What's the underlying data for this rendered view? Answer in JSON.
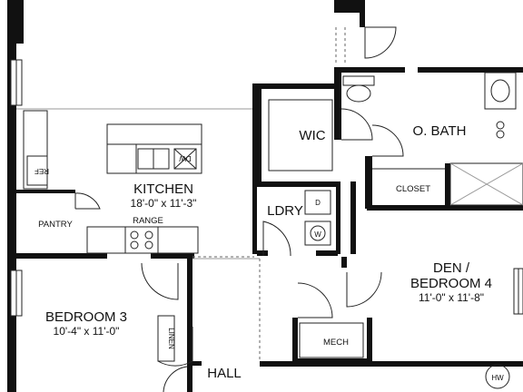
{
  "rooms": {
    "kitchen": {
      "name": "KITCHEN",
      "dims": "18'-0\" x 11'-3\""
    },
    "bedroom3": {
      "name": "BEDROOM 3",
      "dims": "10'-4\" x 11'-0\""
    },
    "den": {
      "name_line1": "DEN /",
      "name_line2": "BEDROOM 4",
      "dims": "11'-0\" x 11'-8\""
    },
    "wic": {
      "name": "WIC"
    },
    "obath": {
      "name": "O. BATH"
    },
    "ldry": {
      "name": "LDRY"
    },
    "hall": {
      "name": "HALL"
    },
    "closet": {
      "name": "CLOSET"
    },
    "pantry": {
      "name": "PANTRY"
    },
    "mech": {
      "name": "MECH"
    },
    "linen": {
      "name": "LINEN"
    }
  },
  "fixtures": {
    "range": "RANGE",
    "ref": "REF",
    "dw": "DW",
    "d": "D",
    "w": "W",
    "hw": "HW"
  }
}
